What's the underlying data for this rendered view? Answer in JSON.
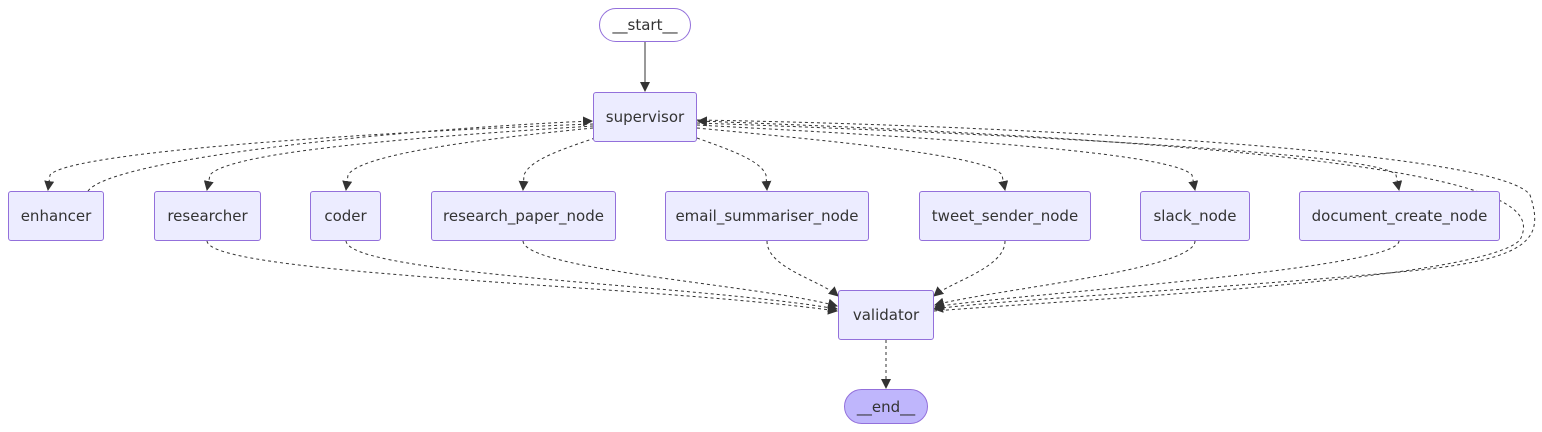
{
  "diagram": {
    "type": "flowchart",
    "colors": {
      "node_fill": "#ECECFF",
      "node_border": "#9370DB",
      "end_fill": "#BFB6FC",
      "edge": "#333333",
      "text": "#333333"
    },
    "nodes": {
      "start": "__start__",
      "supervisor": "supervisor",
      "enhancer": "enhancer",
      "researcher": "researcher",
      "coder": "coder",
      "research_paper_node": "research_paper_node",
      "email_summariser_node": "email_summariser_node",
      "tweet_sender_node": "tweet_sender_node",
      "slack_node": "slack_node",
      "document_create_node": "document_create_node",
      "validator": "validator",
      "end": "__end__"
    },
    "edges": [
      {
        "from": "__start__",
        "to": "supervisor",
        "style": "solid"
      },
      {
        "from": "supervisor",
        "to": "enhancer",
        "style": "dotted"
      },
      {
        "from": "supervisor",
        "to": "researcher",
        "style": "dotted"
      },
      {
        "from": "supervisor",
        "to": "coder",
        "style": "dotted"
      },
      {
        "from": "supervisor",
        "to": "research_paper_node",
        "style": "dotted"
      },
      {
        "from": "supervisor",
        "to": "email_summariser_node",
        "style": "dotted"
      },
      {
        "from": "supervisor",
        "to": "tweet_sender_node",
        "style": "dotted"
      },
      {
        "from": "supervisor",
        "to": "slack_node",
        "style": "dotted"
      },
      {
        "from": "supervisor",
        "to": "document_create_node",
        "style": "dotted"
      },
      {
        "from": "supervisor",
        "to": "validator",
        "style": "dotted"
      },
      {
        "from": "enhancer",
        "to": "supervisor",
        "style": "dotted"
      },
      {
        "from": "researcher",
        "to": "validator",
        "style": "dotted"
      },
      {
        "from": "coder",
        "to": "validator",
        "style": "dotted"
      },
      {
        "from": "research_paper_node",
        "to": "validator",
        "style": "dotted"
      },
      {
        "from": "email_summariser_node",
        "to": "validator",
        "style": "dotted"
      },
      {
        "from": "tweet_sender_node",
        "to": "validator",
        "style": "dotted"
      },
      {
        "from": "slack_node",
        "to": "validator",
        "style": "dotted"
      },
      {
        "from": "document_create_node",
        "to": "validator",
        "style": "dotted"
      },
      {
        "from": "validator",
        "to": "supervisor",
        "style": "dotted"
      },
      {
        "from": "validator",
        "to": "__end__",
        "style": "dotted"
      }
    ]
  }
}
